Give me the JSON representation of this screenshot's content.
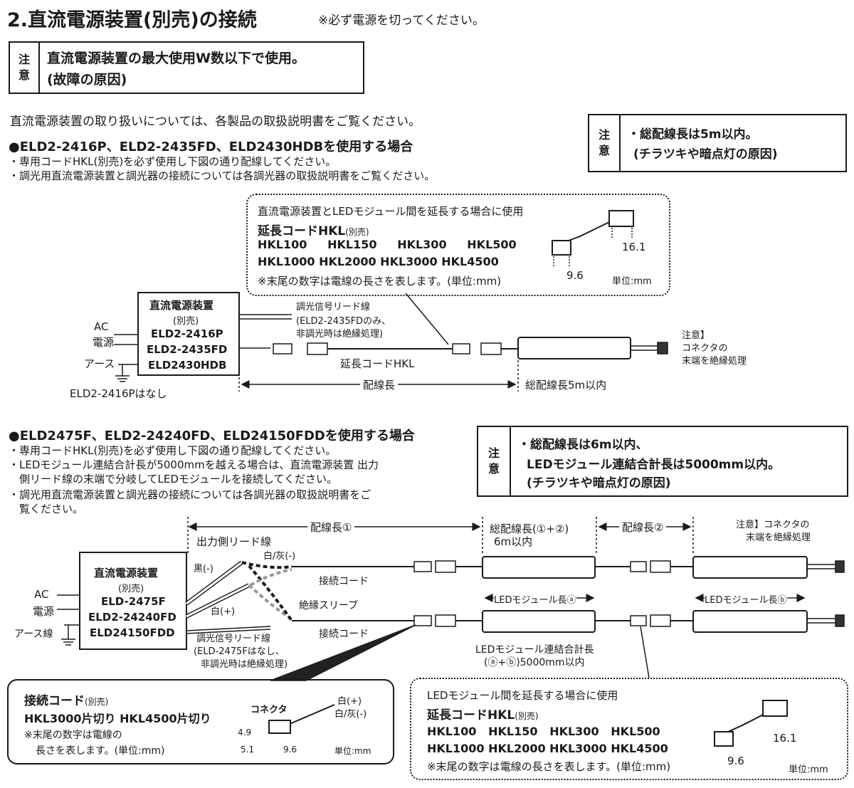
{
  "header": {
    "title": "2.直流電源装置(別売)の接続",
    "note": "※必ず電源を切ってください。"
  },
  "caution_label": [
    "注",
    "意"
  ],
  "caution_top": {
    "line1": "直流電源装置の最大使用W数以下で使用。",
    "line2": "(故障の原因)"
  },
  "intro": "直流電源装置の取り扱いについては、各製品の取扱説明書をご覧ください。",
  "caution_5m": {
    "line1": "・総配線長は5m以内。",
    "line2": "(チラツキや暗点灯の原因)"
  },
  "section1": {
    "heading": "●ELD2-2416P、ELD2-2435FD、ELD2430HDBを使用する場合",
    "bullets": [
      "・専用コードHKL(別売)を必ず使用し下図の通り配線してください。",
      "・調光用直流電源装置と調光器の接続については各調光器の取扱説明書をご覧ください。"
    ]
  },
  "ext1": {
    "desc": "直流電源装置とLEDモジュール間を延長する場合に使用",
    "name": "延長コードHKL",
    "name_small": "(別売)",
    "row1": "HKL100   HKL150   HKL300   HKL500",
    "row2": "HKL1000 HKL2000 HKL3000 HKL4500",
    "note": "※末尾の数字は電線の長さを表します。(単位:mm)",
    "dim_a": "16.1",
    "dim_b": "9.6",
    "unit": "単位:mm"
  },
  "diag1": {
    "psu_title": "直流電源装置",
    "psu_sub": "(別売)",
    "psu_models": [
      "ELD2-2416P",
      "ELD2-2435FD",
      "ELD2430HDB"
    ],
    "ac": "AC",
    "power": "電源",
    "earth": "アース",
    "no_earth": "ELD2-2416Pはなし",
    "dim_lead": [
      "調光信号リード線",
      "(ELD2-2435FDのみ、",
      "非調光時は絶縁処理)"
    ],
    "ext_cord": "延長コードHKL",
    "wiring_len": "配線長",
    "total_len": "総配線長5m以内",
    "caution_end": [
      "注意】",
      "コネクタの",
      "末端を絶縁処理"
    ]
  },
  "section2": {
    "heading": "●ELD2475F、ELD2-24240FD、ELD24150FDDを使用する場合",
    "bullets": [
      "・専用コードHKL(別売)を必ず使用し下図の通り配線してください。",
      "・LEDモジュール連結合計長が5000mmを越える場合は、直流電源装置 出力",
      "　側リード線の末端で分岐してLEDモジュールを接続してください。",
      "・調光用直流電源装置と調光器の接続については各調光器の取扱説明書をご",
      "　覧ください。"
    ]
  },
  "caution_6m": {
    "line1": "・総配線長は6m以内、",
    "line2": "LEDモジュール連結合計長は5000mm以内。",
    "line3": "(チラツキや暗点灯の原因)"
  },
  "diag2": {
    "psu_title": "直流電源装置",
    "psu_sub": "(別売)",
    "psu_models": [
      "ELD-2475F",
      "ELD2-24240FD",
      "ELD24150FDD"
    ],
    "ac": "AC",
    "power": "電源",
    "earth": "アース線",
    "wiring1": "配線長①",
    "total": "総配線長(①+②)",
    "total2": "6m以内",
    "wiring2": "配線長②",
    "caution_end": [
      "注意】コネクタの",
      "末端を絶縁処理"
    ],
    "output_lead": "出力側リード線",
    "black": "黒(-)",
    "white_gray": "白/灰(-)",
    "white": "白(+)",
    "conn_cord": "接続コード",
    "sleeve": "絶縁スリーブ",
    "dim_lead": [
      "調光信号リード線",
      "(ELD-2475Fはなし、",
      "非調光時は絶縁処理)"
    ],
    "mod_a": "LEDモジュール長ⓐ",
    "mod_b": "LEDモジュール長ⓑ",
    "mod_total": [
      "LEDモジュール連結合計長",
      "(ⓐ+ⓑ)5000mm以内"
    ]
  },
  "conn_box": {
    "name": "接続コード",
    "name_small": "(別売)",
    "models": "HKL3000片切り HKL4500片切り",
    "note1": "※末尾の数字は電線の",
    "note2": "長さを表します。(単位:mm)",
    "connector": "コネクタ",
    "white_plus": "白(+)",
    "white_gray": "白/灰(-)",
    "d1": "4.9",
    "d2": "5.1",
    "d3": "9.6",
    "unit": "単位:mm"
  },
  "ext2": {
    "desc": "LEDモジュール間を延長する場合に使用",
    "name": "延長コードHKL",
    "name_small": "(別売)",
    "row1": "HKL100   HKL150   HKL300   HKL500",
    "row2": "HKL1000 HKL2000 HKL3000 HKL4500",
    "note": "※末尾の数字は電線の長さを表します。(単位:mm)",
    "dim_a": "16.1",
    "dim_b": "9.6",
    "unit": "単位:mm"
  }
}
